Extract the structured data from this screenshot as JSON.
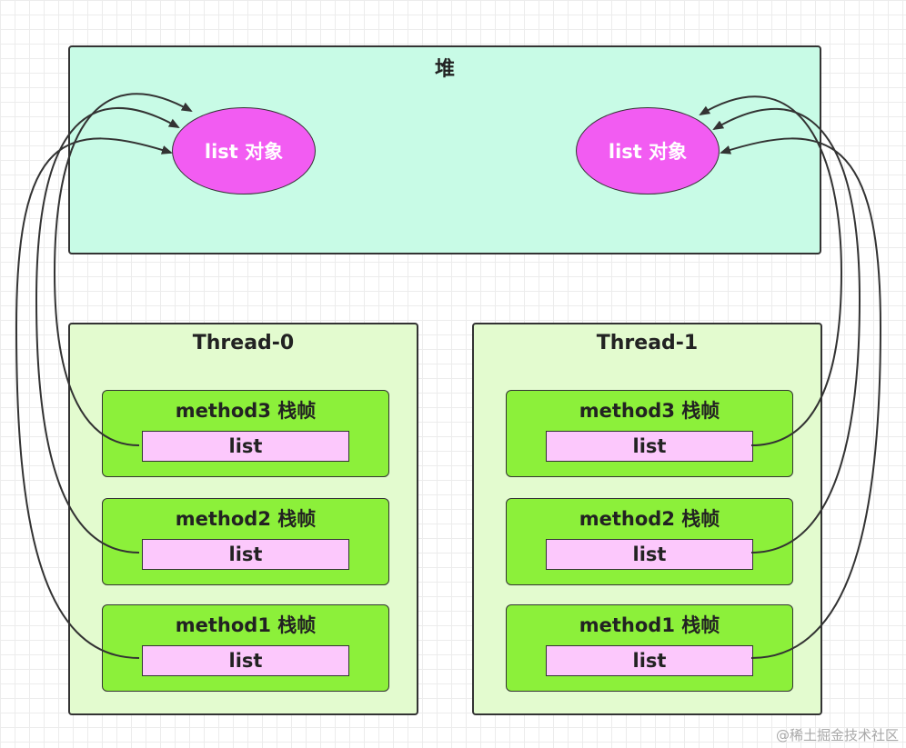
{
  "heap": {
    "title": "堆",
    "objects": [
      "list 对象",
      "list 对象"
    ]
  },
  "threads": [
    {
      "title": "Thread-0",
      "frames": [
        {
          "title": "method3 栈帧",
          "var": "list"
        },
        {
          "title": "method2 栈帧",
          "var": "list"
        },
        {
          "title": "method1 栈帧",
          "var": "list"
        }
      ]
    },
    {
      "title": "Thread-1",
      "frames": [
        {
          "title": "method3 栈帧",
          "var": "list"
        },
        {
          "title": "method2 栈帧",
          "var": "list"
        },
        {
          "title": "method1 栈帧",
          "var": "list"
        }
      ]
    }
  ],
  "watermark": "@稀土掘金技术社区",
  "colors": {
    "heap_bg": "#c8fbe6",
    "object_fill": "#f25cf2",
    "thread_bg": "#e3fbcf",
    "frame_fill": "#8cf03a",
    "var_fill": "#fcc8fc"
  }
}
